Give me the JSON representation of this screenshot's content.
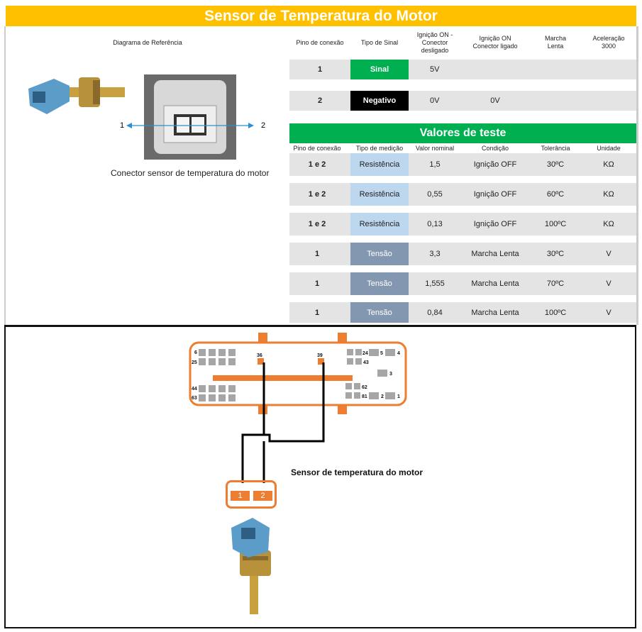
{
  "title": "Sensor de Temperatura do Motor",
  "header": {
    "reference": "Diagrama de Referência",
    "columns": [
      "Pino de conexão",
      "Tipo de Sinal",
      "Ignição ON - Conector desligado",
      "Ignição ON Conector ligado",
      "Marcha Lenta",
      "Aceleração 3000"
    ]
  },
  "signal_rows": [
    {
      "pin": "1",
      "type": "Sinal",
      "type_color": "#00b050",
      "type_text": "#ffffff",
      "on_off": "5V",
      "on_on": "",
      "idle": "",
      "accel": ""
    },
    {
      "pin": "2",
      "type": "Negativo",
      "type_color": "#000000",
      "type_text": "#ffffff",
      "on_off": "0V",
      "on_on": "0V",
      "idle": "",
      "accel": ""
    }
  ],
  "reference": {
    "pin_left": "1",
    "pin_right": "2",
    "caption": "Conector sensor de temperatura do motor"
  },
  "test": {
    "title": "Valores de teste",
    "columns": [
      "Pino de conexão",
      "Tipo de medição",
      "Valor nominal",
      "Condição",
      "Tolerância",
      "Unidade"
    ],
    "rows": [
      {
        "pin": "1 e 2",
        "type": "Resistência",
        "type_color": "#bdd7ee",
        "type_text": "#222222",
        "nominal": "1,5",
        "condition": "Ignição OFF",
        "tolerance": "30ºC",
        "unit": "KΩ"
      },
      {
        "pin": "1 e 2",
        "type": "Resistência",
        "type_color": "#bdd7ee",
        "type_text": "#222222",
        "nominal": "0,55",
        "condition": "Ignição OFF",
        "tolerance": "60ºC",
        "unit": "KΩ"
      },
      {
        "pin": "1 e 2",
        "type": "Resistência",
        "type_color": "#bdd7ee",
        "type_text": "#222222",
        "nominal": "0,13",
        "condition": "Ignição OFF",
        "tolerance": "100ºC",
        "unit": "KΩ"
      },
      {
        "pin": "1",
        "type": "Tensão",
        "type_color": "#8497b0",
        "type_text": "#ffffff",
        "nominal": "3,3",
        "condition": "Marcha Lenta",
        "tolerance": "30ºC",
        "unit": "V"
      },
      {
        "pin": "1",
        "type": "Tensão",
        "type_color": "#8497b0",
        "type_text": "#ffffff",
        "nominal": "1,555",
        "condition": "Marcha Lenta",
        "tolerance": "70ºC",
        "unit": "V"
      },
      {
        "pin": "1",
        "type": "Tensão",
        "type_color": "#8497b0",
        "type_text": "#ffffff",
        "nominal": "0,84",
        "condition": "Marcha Lenta",
        "tolerance": "100ºC",
        "unit": "V"
      }
    ]
  },
  "diagram": {
    "ecu_pins": {
      "p6": "6",
      "p25": "25",
      "p44": "44",
      "p63": "63",
      "p36": "36",
      "p39": "39",
      "p24": "24",
      "p5": "5",
      "p4": "4",
      "p43": "43",
      "p3": "3",
      "p62": "62",
      "p81": "81",
      "p2": "2",
      "p1": "1"
    },
    "sensor_pins": [
      "1",
      "2"
    ],
    "sensor_label": "Sensor de temperatura do motor",
    "accent": "#ed7d31"
  }
}
